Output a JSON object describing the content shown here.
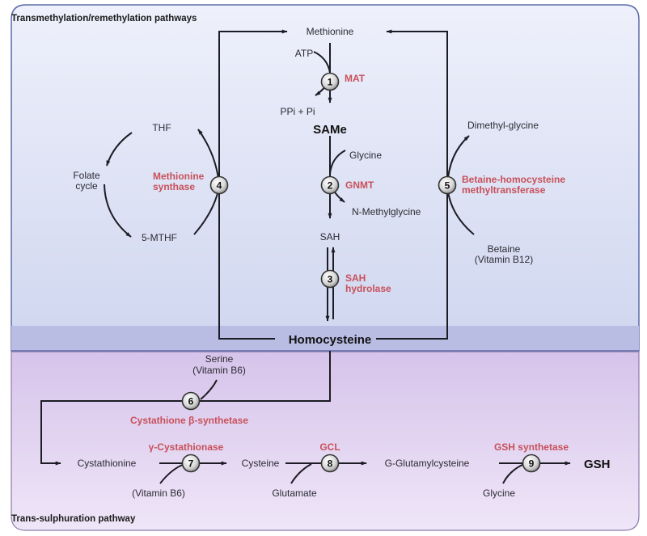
{
  "sections": {
    "top": "Transmethylation/remethylation pathways",
    "bottom": "Trans-sulphuration pathway"
  },
  "colors": {
    "enzyme": "#c8505a",
    "top_panel": "#dde3f6",
    "band": "#b9bde4",
    "bottom_panel": "#e0cfee",
    "border": "#5a6aa8"
  },
  "metabolites": {
    "methionine": "Methionine",
    "atp": "ATP",
    "ppi_pi": "PPi + Pi",
    "same": "SAMe",
    "glycine_top": "Glycine",
    "n_methylglycine": "N-Methylglycine",
    "sah": "SAH",
    "homocysteine": "Homocysteine",
    "thf": "THF",
    "folate_cycle_1": "Folate",
    "folate_cycle_2": "cycle",
    "mthf": "5-MTHF",
    "dimethylglycine": "Dimethyl-glycine",
    "betaine": "Betaine",
    "vitamin_b12": "(Vitamin B12)",
    "serine": "Serine",
    "vitamin_b6_a": "(Vitamin B6)",
    "cystathionine": "Cystathionine",
    "vitamin_b6_b": "(Vitamin B6)",
    "cysteine": "Cysteine",
    "glutamate": "Glutamate",
    "g_glutamylcysteine": "G-Glutamylcysteine",
    "glycine_bottom": "Glycine",
    "gsh": "GSH"
  },
  "enzymes": [
    {
      "num": "1",
      "line1": "MAT",
      "line2": ""
    },
    {
      "num": "2",
      "line1": "GNMT",
      "line2": ""
    },
    {
      "num": "3",
      "line1": "SAH",
      "line2": "hydrolase"
    },
    {
      "num": "4",
      "line1": "Methionine",
      "line2": "synthase"
    },
    {
      "num": "5",
      "line1": "Betaine-homocysteine",
      "line2": "methyltransferase"
    },
    {
      "num": "6",
      "line1": "Cystathione β-synthetase",
      "line2": ""
    },
    {
      "num": "7",
      "line1": "γ-Cystathionase",
      "line2": ""
    },
    {
      "num": "8",
      "line1": "GCL",
      "line2": ""
    },
    {
      "num": "9",
      "line1": "GSH synthetase",
      "line2": ""
    }
  ]
}
